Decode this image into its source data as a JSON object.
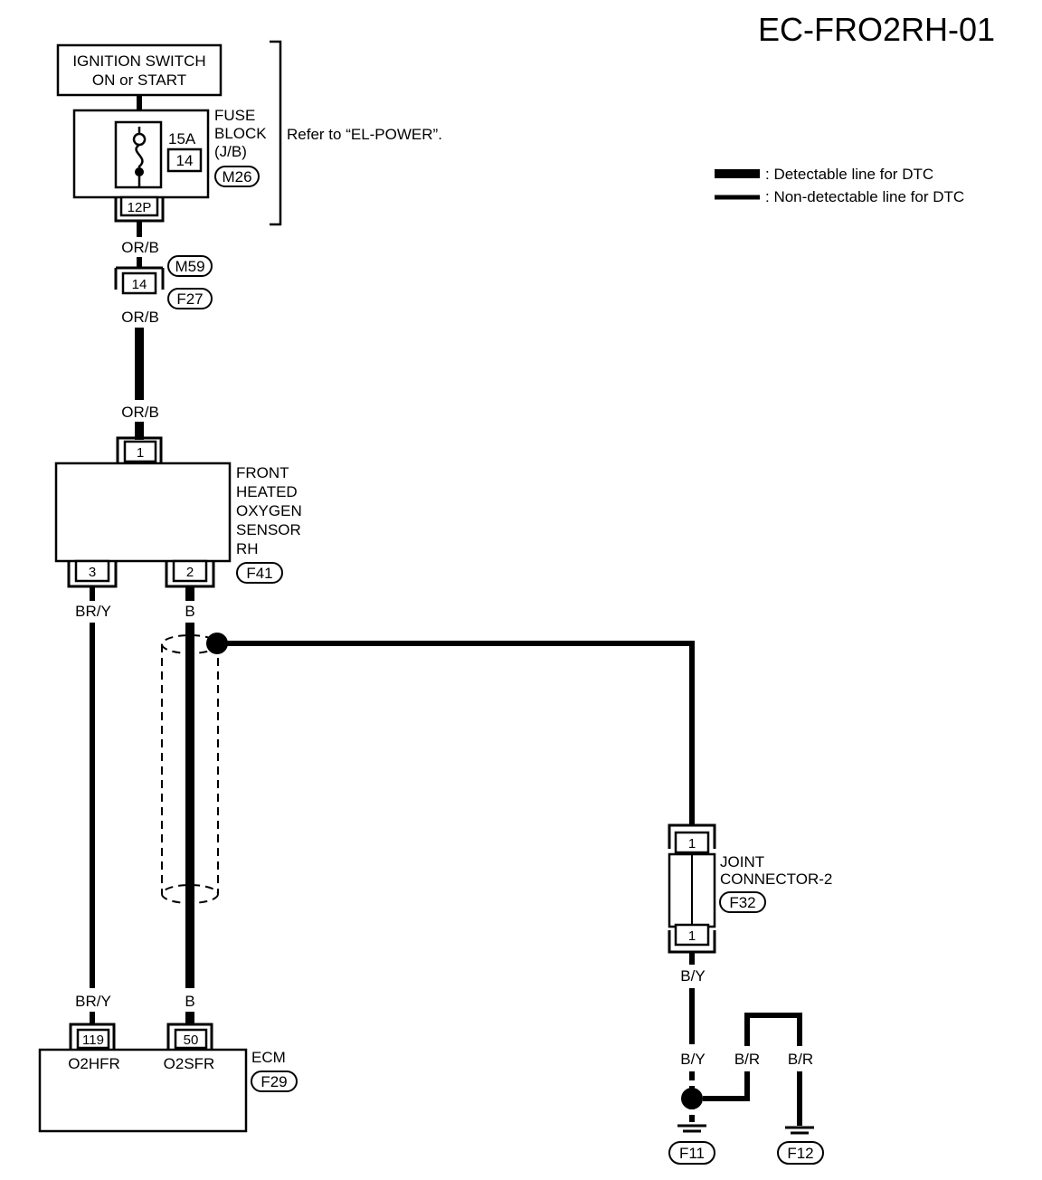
{
  "title": "EC-FRO2RH-01",
  "legend": {
    "detectable": ": Detectable line for DTC",
    "non_detectable": ": Non-detectable line for DTC"
  },
  "ignition": {
    "line1": "IGNITION SWITCH",
    "line2": "ON or START"
  },
  "fuse_block": {
    "line1": "FUSE",
    "line2": "BLOCK",
    "line3": "(J/B)",
    "amp": "15A",
    "fuse_no": "14",
    "connector": "M26",
    "pin": "12P"
  },
  "refer_note": "Refer to “EL-POWER”.",
  "wires": {
    "orb1": "OR/B",
    "orb2": "OR/B",
    "orb3": "OR/B",
    "bry_top": "BR/Y",
    "b_top": "B",
    "bry_bottom": "BR/Y",
    "b_bottom": "B",
    "by1": "B/Y",
    "by2": "B/Y",
    "br1": "B/R",
    "br2": "B/R"
  },
  "inline_connector": {
    "pin": "14",
    "upper": "M59",
    "lower": "F27"
  },
  "sensor": {
    "line1": "FRONT",
    "line2": "HEATED",
    "line3": "OXYGEN",
    "line4": "SENSOR",
    "line5": "RH",
    "pin_top": "1",
    "pin_left": "3",
    "pin_right": "2",
    "connector": "F41"
  },
  "ecm": {
    "name": "ECM",
    "pin1": "119",
    "pin2": "50",
    "term1": "O2HFR",
    "term2": "O2SFR",
    "connector": "F29"
  },
  "joint": {
    "line1": "JOINT",
    "line2": "CONNECTOR-2",
    "pin_top": "1",
    "pin_bottom": "1",
    "connector": "F32"
  },
  "grounds": {
    "g1": "F11",
    "g2": "F12"
  }
}
